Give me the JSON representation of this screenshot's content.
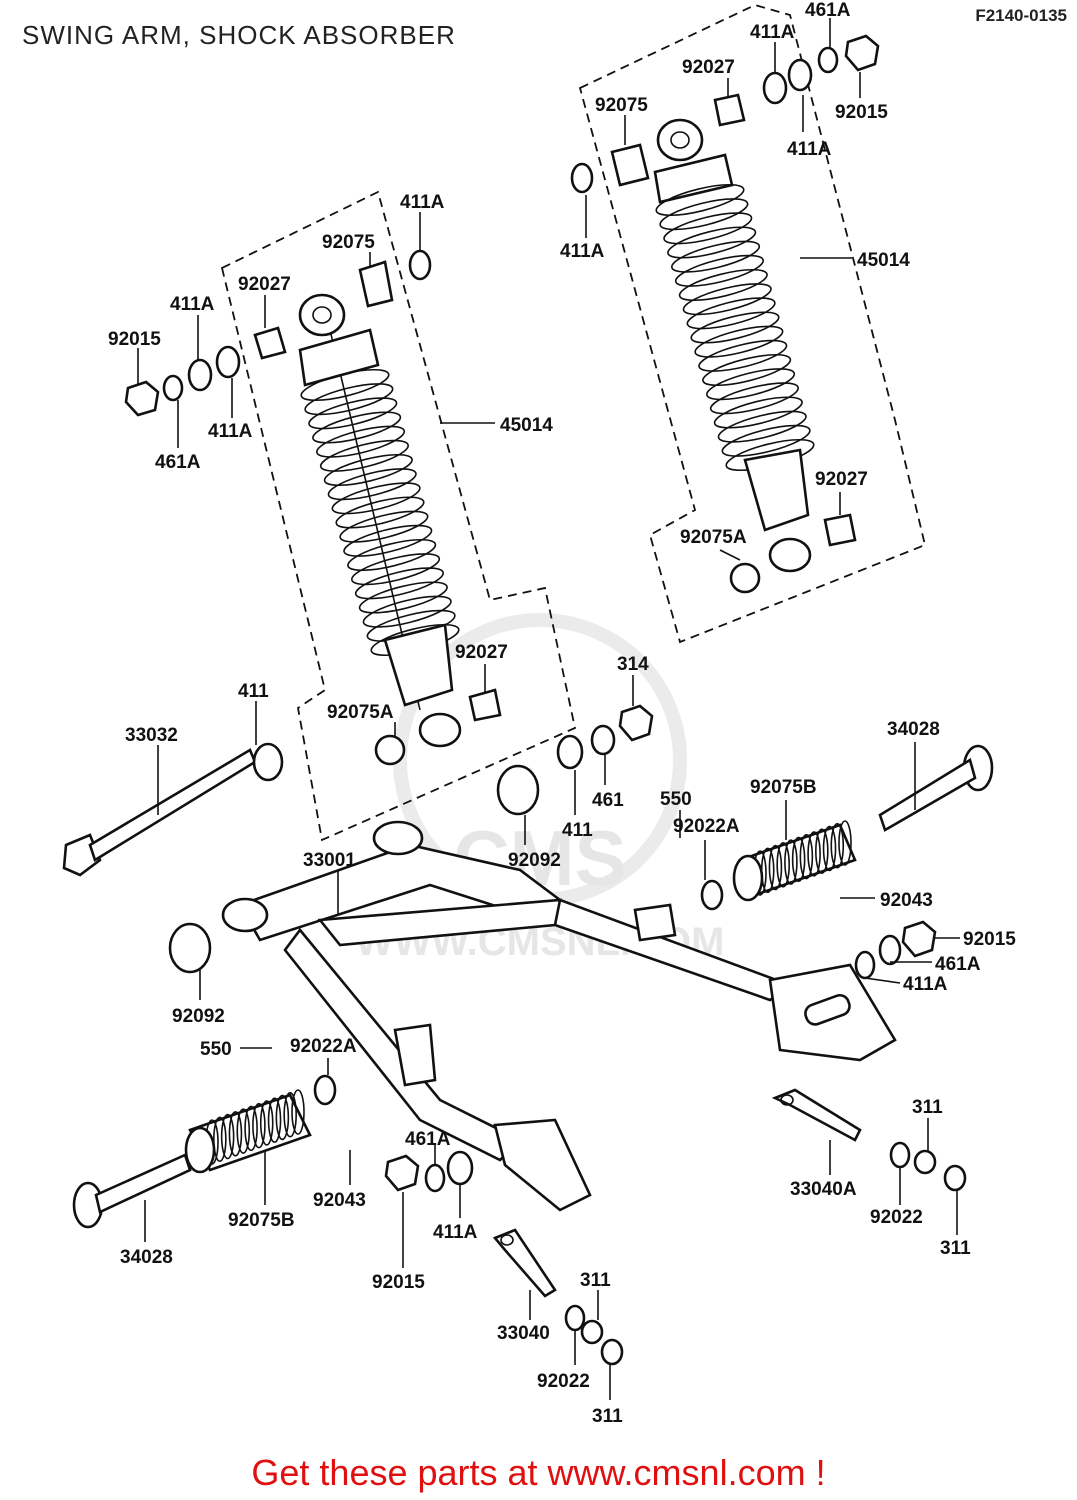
{
  "header": {
    "title": "SWING ARM, SHOCK ABSORBER",
    "code": "F2140-0135"
  },
  "watermark": {
    "brand": "CMS",
    "url": "WWW.CMSNL.COM"
  },
  "footer": {
    "text": "Get these parts at www.cmsnl.com !",
    "color": "#e01010"
  },
  "labels": {
    "l461a_tr": "461A",
    "l411a_tr1": "411A",
    "l92027_tr": "92027",
    "l92015_tr": "92015",
    "l411a_tr2": "411A",
    "l92075_tr": "92075",
    "l411a_tr3": "411A",
    "l45014_r": "45014",
    "l92027_r2": "92027",
    "l92075a_r": "92075A",
    "l411a_l1": "411A",
    "l92075_l": "92075",
    "l92027_l": "92027",
    "l411a_l2": "411A",
    "l92015_l": "92015",
    "l411a_l3": "411A",
    "l461a_l": "461A",
    "l45014_l": "45014",
    "l92027_l2": "92027",
    "l92075a_l": "92075A",
    "l314": "314",
    "l411": "411",
    "l33032": "33032",
    "l34028_r": "34028",
    "l92075b_r": "92075B",
    "l550_r": "550",
    "l461": "461",
    "l411b": "411",
    "l92092_r": "92092",
    "l92022a_r": "92022A",
    "l33001": "33001",
    "l92043_r": "92043",
    "l92015_r": "92015",
    "l461a_r": "461A",
    "l411a_r": "411A",
    "l92092_l": "92092",
    "l550_l": "550",
    "l92022a_l": "92022A",
    "l311_r1": "311",
    "l461a_b": "461A",
    "l92043_l": "92043",
    "l92075b_l": "92075B",
    "l33040a": "33040A",
    "l92022_r": "92022",
    "l411a_b": "411A",
    "l311_r2": "311",
    "l34028_l": "34028",
    "l92015_b": "92015",
    "l311_b1": "311",
    "l33040": "33040",
    "l92022_b": "92022",
    "l311_b2": "311"
  }
}
